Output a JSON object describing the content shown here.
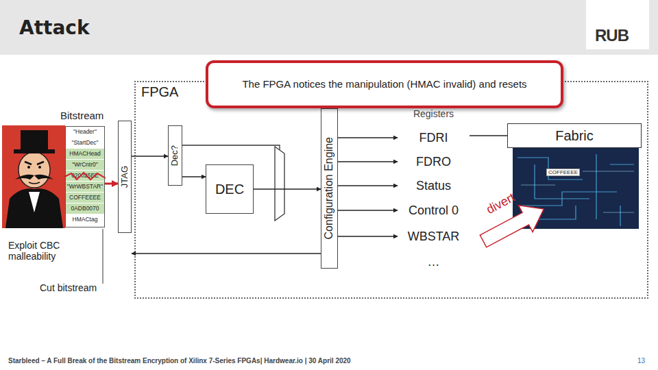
{
  "diagram": {
    "title": "Attack",
    "nodes": [
      {
        "text": [
          "FPGA"
        ]
      },
      {
        "text": [
          "The FPGA notices the manipulation (HMAC invalid) and resets"
        ]
      },
      {
        "text": [
          "Bitstream"
        ]
      },
      {
        "text": [
          "\"Header\""
        ],
        "in": 2
      },
      {
        "text": [
          "\"StartDec\""
        ],
        "in": 2
      },
      {
        "text": [
          "HMACHead"
        ],
        "in": 2
      },
      {
        "text": [
          "\"WrCntr0\""
        ],
        "in": 2
      },
      {
        "text": [
          "020025EE"
        ],
        "in": 2
      },
      {
        "text": [
          "\"WrWBSTAR\""
        ],
        "in": 2
      },
      {
        "text": [
          "COFFEEEE"
        ],
        "in": 2
      },
      {
        "text": [
          "0ADB0070"
        ],
        "in": 2
      },
      {
        "text": [
          "HMACtag"
        ],
        "in": 2
      },
      {
        "text": [
          "JTAG"
        ]
      },
      {
        "text": [
          "Dec?"
        ],
        "in": 0
      },
      {
        "text": [
          "DEC"
        ],
        "in": 0
      },
      {
        "text": [
          "Configuration Engine"
        ],
        "in": 0
      },
      {
        "text": [
          "Registers"
        ],
        "in": 0
      },
      {
        "text": [
          "FDRI"
        ],
        "in": 16
      },
      {
        "text": [
          "FDRO"
        ],
        "in": 16
      },
      {
        "text": [
          "Status"
        ],
        "in": 16
      },
      {
        "text": [
          "Control 0"
        ],
        "in": 16
      },
      {
        "text": [
          "WBSTAR"
        ],
        "in": 16
      },
      {
        "text": [
          "…"
        ],
        "in": 16
      },
      {
        "text": [
          "Fabric"
        ],
        "in": 0
      },
      {
        "text": [
          "Exploit CBC malleability"
        ]
      }
    ],
    "edges": [
      {
        "from": 2,
        "to": 12,
        "arrow": "to"
      },
      {
        "from": 12,
        "to": 13,
        "arrow": "to"
      },
      {
        "from": 13,
        "to": 14,
        "arrow": "to"
      },
      {
        "from": 14,
        "to": 15,
        "arrow": "to"
      },
      {
        "from": 15,
        "to": 12,
        "arrow": "to"
      },
      {
        "from": 15,
        "to": 17,
        "arrow": "to"
      },
      {
        "from": 15,
        "to": 18,
        "arrow": "to"
      },
      {
        "from": 15,
        "to": 19,
        "arrow": "to"
      },
      {
        "from": 15,
        "to": 20,
        "arrow": "to"
      },
      {
        "from": 15,
        "to": 21,
        "arrow": "to"
      },
      {
        "from": 17,
        "to": 23,
        "arrow": "none"
      }
    ],
    "labels": [
      "RUB",
      "COFFEEEE",
      "divert",
      "Cut bitstream",
      "Starbleed – A Full Break of the Bitstream Encryption of Xilinx 7-Series FPGAs| Hardwear.io | 30 April 2020",
      "13"
    ]
  }
}
